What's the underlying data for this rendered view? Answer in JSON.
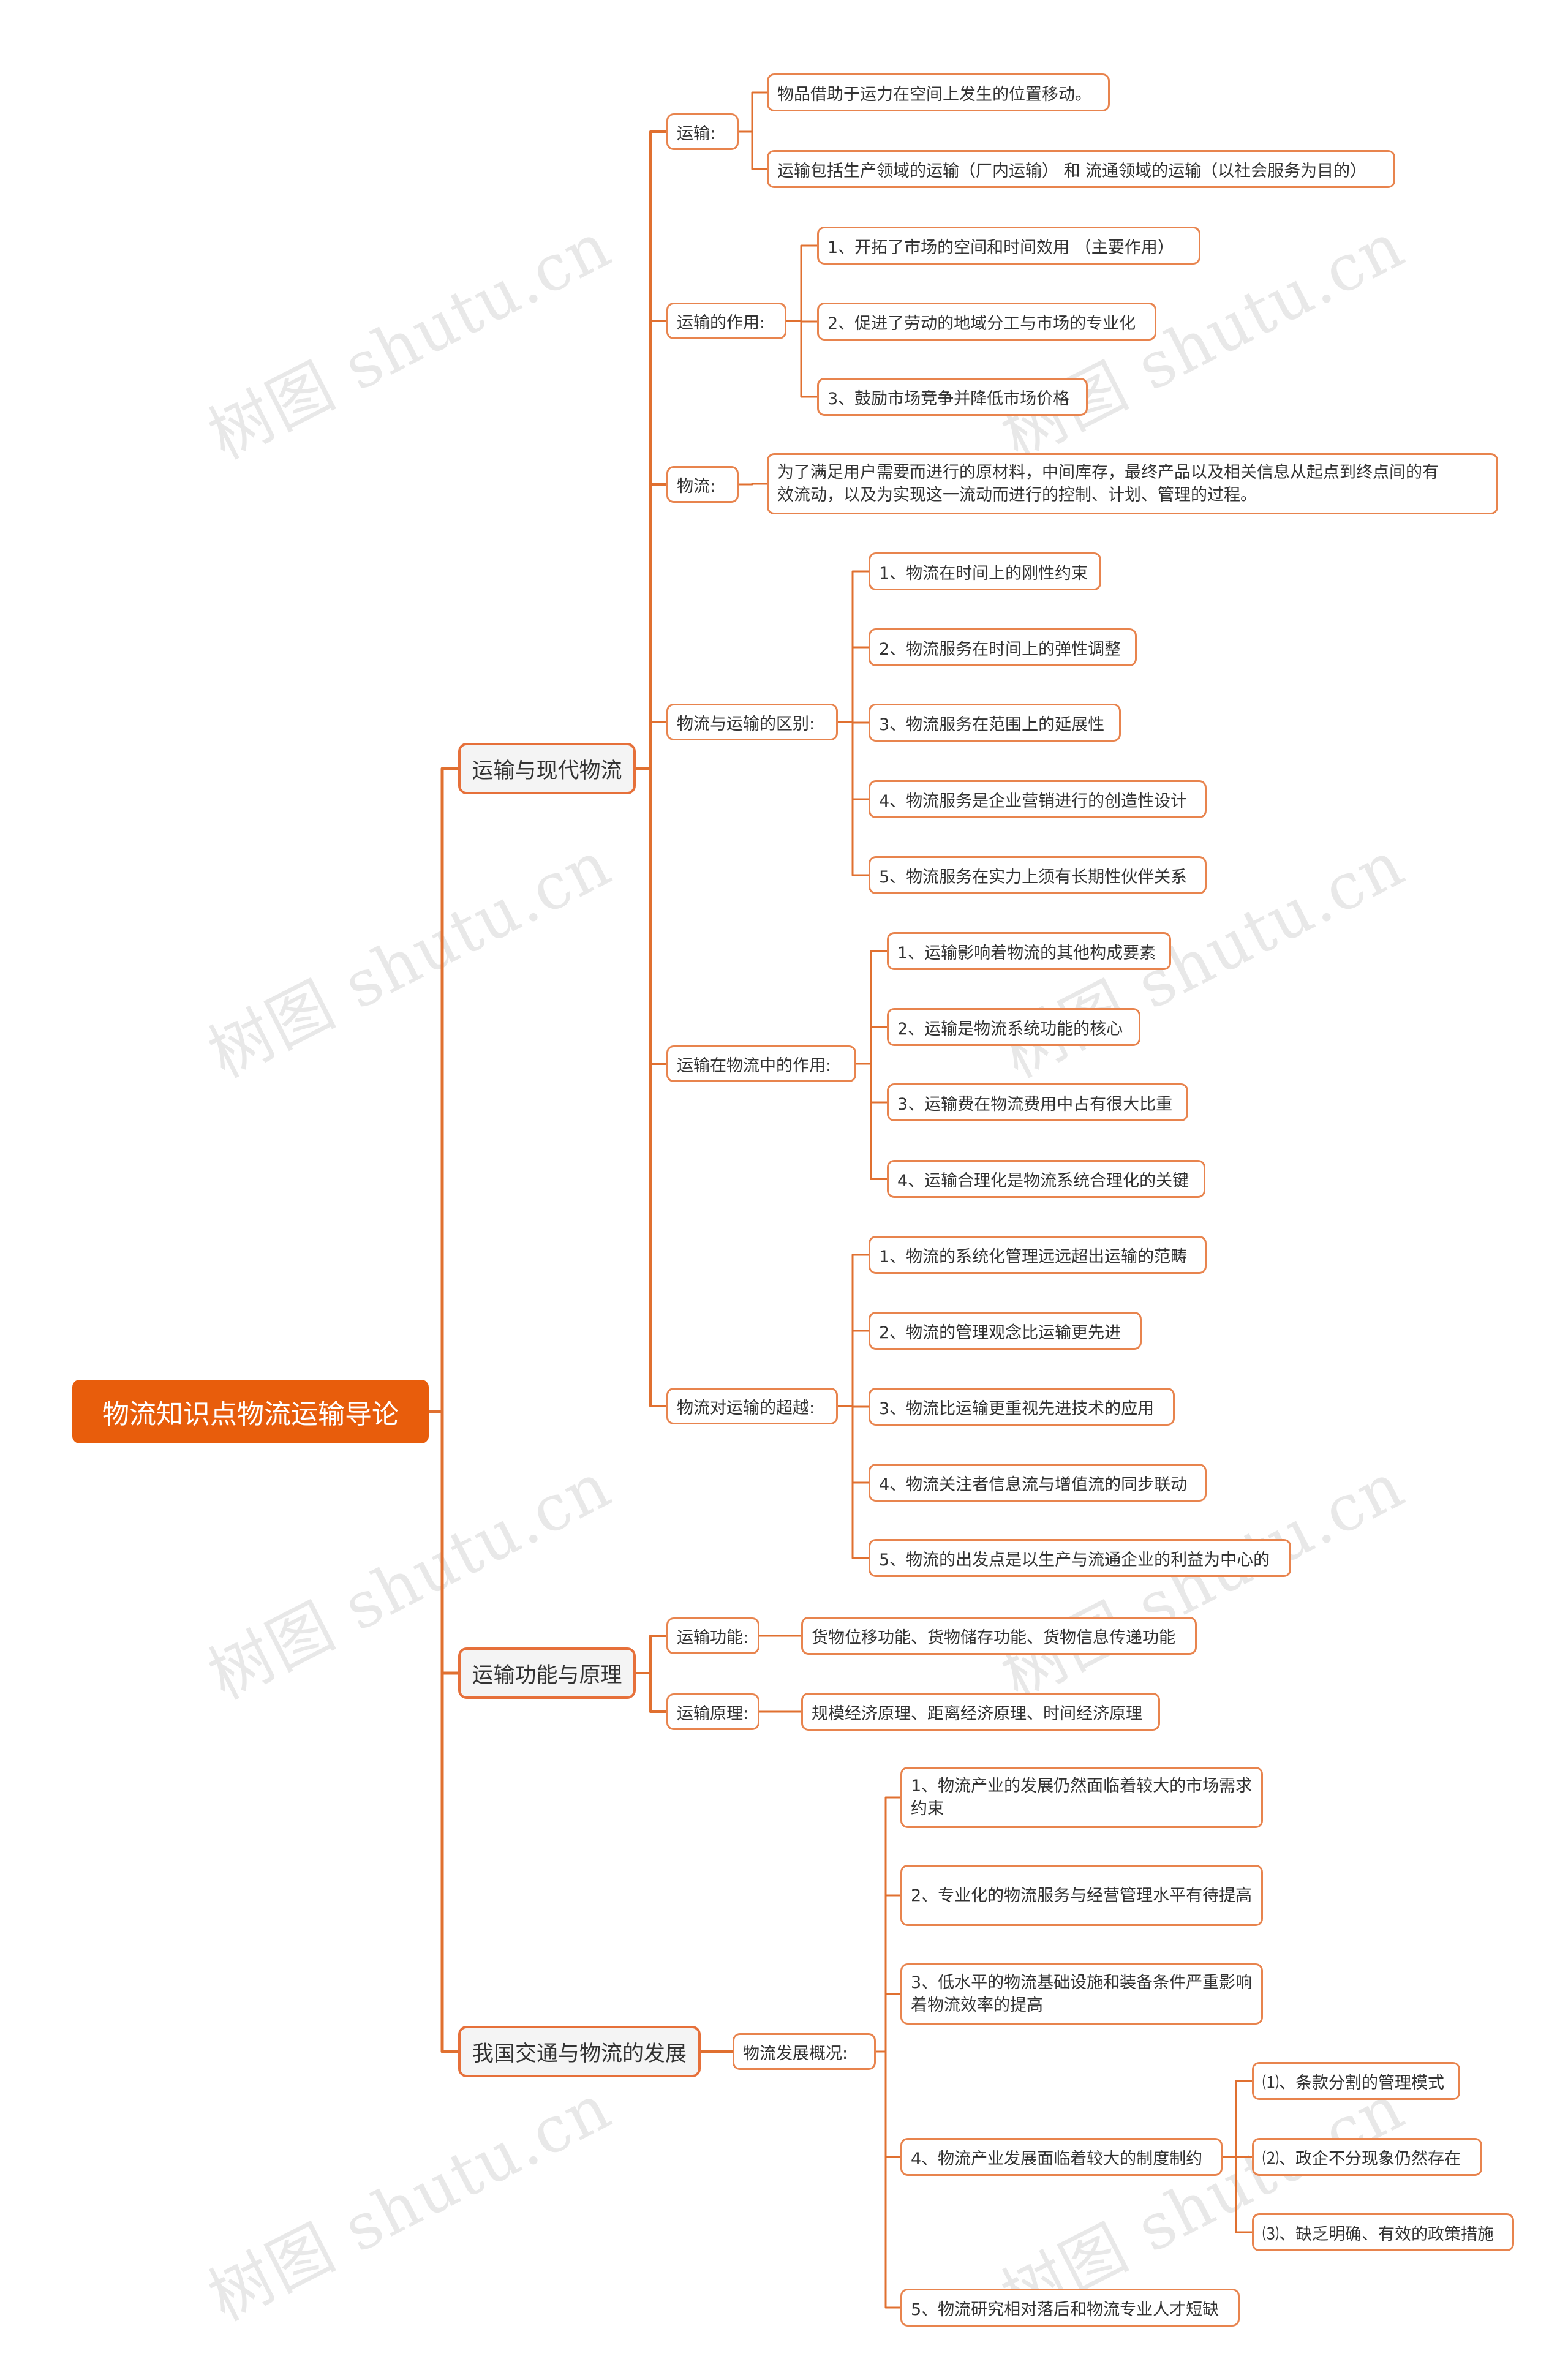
{
  "root": {
    "label": "物流知识点物流运输导论"
  },
  "watermark": "树图 shutu.cn",
  "colors": {
    "accent": "#e85d0c",
    "line": "#e07030",
    "border": "#e8844e"
  },
  "branches": [
    {
      "label": "运输与现代物流",
      "children": [
        {
          "label": "运输:",
          "children": [
            {
              "label": "物品借助于运力在空间上发生的位置移动。"
            },
            {
              "label": "运输包括生产领域的运输（厂内运输） 和 流通领域的运输（以社会服务为目的）"
            }
          ]
        },
        {
          "label": "运输的作用:",
          "children": [
            {
              "label": "1、开拓了市场的空间和时间效用 （主要作用）"
            },
            {
              "label": "2、促进了劳动的地域分工与市场的专业化"
            },
            {
              "label": "3、鼓励市场竞争并降低市场价格"
            }
          ]
        },
        {
          "label": "物流:",
          "children": [
            {
              "label": "为了满足用户需要而进行的原材料，中间库存，最终产品以及相关信息从起点到终点间的有效流动，以及为实现这一流动而进行的控制、计划、管理的过程。"
            }
          ]
        },
        {
          "label": "物流与运输的区别:",
          "children": [
            {
              "label": "1、物流在时间上的刚性约束"
            },
            {
              "label": "2、物流服务在时间上的弹性调整"
            },
            {
              "label": "3、物流服务在范围上的延展性"
            },
            {
              "label": "4、物流服务是企业营销进行的创造性设计"
            },
            {
              "label": "5、物流服务在实力上须有长期性伙伴关系"
            }
          ]
        },
        {
          "label": "运输在物流中的作用:",
          "children": [
            {
              "label": "1、运输影响着物流的其他构成要素"
            },
            {
              "label": "2、运输是物流系统功能的核心"
            },
            {
              "label": "3、运输费在物流费用中占有很大比重"
            },
            {
              "label": "4、运输合理化是物流系统合理化的关键"
            }
          ]
        },
        {
          "label": "物流对运输的超越:",
          "children": [
            {
              "label": "1、物流的系统化管理远远超出运输的范畴"
            },
            {
              "label": "2、物流的管理观念比运输更先进"
            },
            {
              "label": "3、物流比运输更重视先进技术的应用"
            },
            {
              "label": "4、物流关注者信息流与增值流的同步联动"
            },
            {
              "label": "5、物流的出发点是以生产与流通企业的利益为中心的"
            }
          ]
        }
      ]
    },
    {
      "label": "运输功能与原理",
      "children": [
        {
          "label": "运输功能:",
          "children": [
            {
              "label": "货物位移功能、货物储存功能、货物信息传递功能"
            }
          ]
        },
        {
          "label": "运输原理:",
          "children": [
            {
              "label": "规模经济原理、距离经济原理、时间经济原理"
            }
          ]
        }
      ]
    },
    {
      "label": "我国交通与物流的发展",
      "children": [
        {
          "label": "物流发展概况:",
          "children": [
            {
              "label": "1、物流产业的发展仍然面临着较大的市场需求约束"
            },
            {
              "label": "2、专业化的物流服务与经营管理水平有待提高"
            },
            {
              "label": "3、低水平的物流基础设施和装备条件严重影响着物流效率的提高"
            },
            {
              "label": "4、物流产业发展面临着较大的制度制约",
              "children": [
                {
                  "label": "⑴、条款分割的管理模式"
                },
                {
                  "label": "⑵、政企不分现象仍然存在"
                },
                {
                  "label": "⑶、缺乏明确、有效的政策措施"
                }
              ]
            },
            {
              "label": "5、物流研究相对落后和物流专业人才短缺"
            }
          ]
        }
      ]
    }
  ]
}
